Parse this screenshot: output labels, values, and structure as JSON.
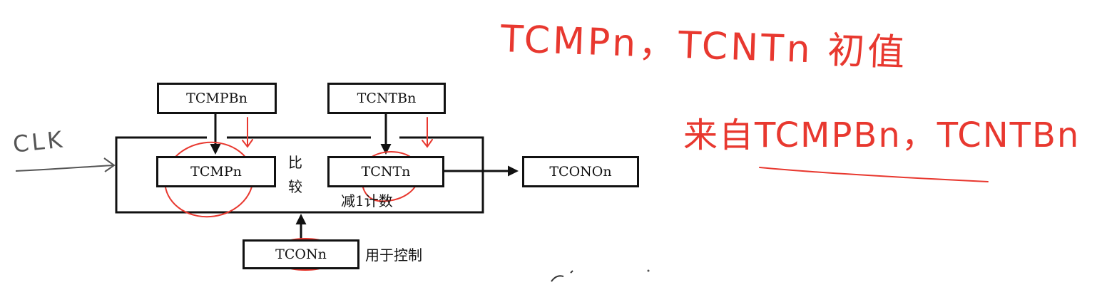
{
  "diagram": {
    "blocks": {
      "tcmpb": "TCMPBn",
      "tcntb": "TCNTBn",
      "tcmp": "TCMPn",
      "tcnt": "TCNTn",
      "tcono": "TCONOn",
      "tcon": "TCONn"
    },
    "labels": {
      "compare_top": "比",
      "compare_bottom": "较",
      "decrement": "减1计数",
      "control": "用于控制"
    }
  },
  "annotations": {
    "clk": "CLK",
    "note_line1": "TCMPn，TCNTn 初值",
    "note_line2": "来自TCMPBn，TCNTBn"
  },
  "colors": {
    "ink": "#111111",
    "annotation_red": "#e8382f",
    "annotation_gray": "#555555"
  }
}
